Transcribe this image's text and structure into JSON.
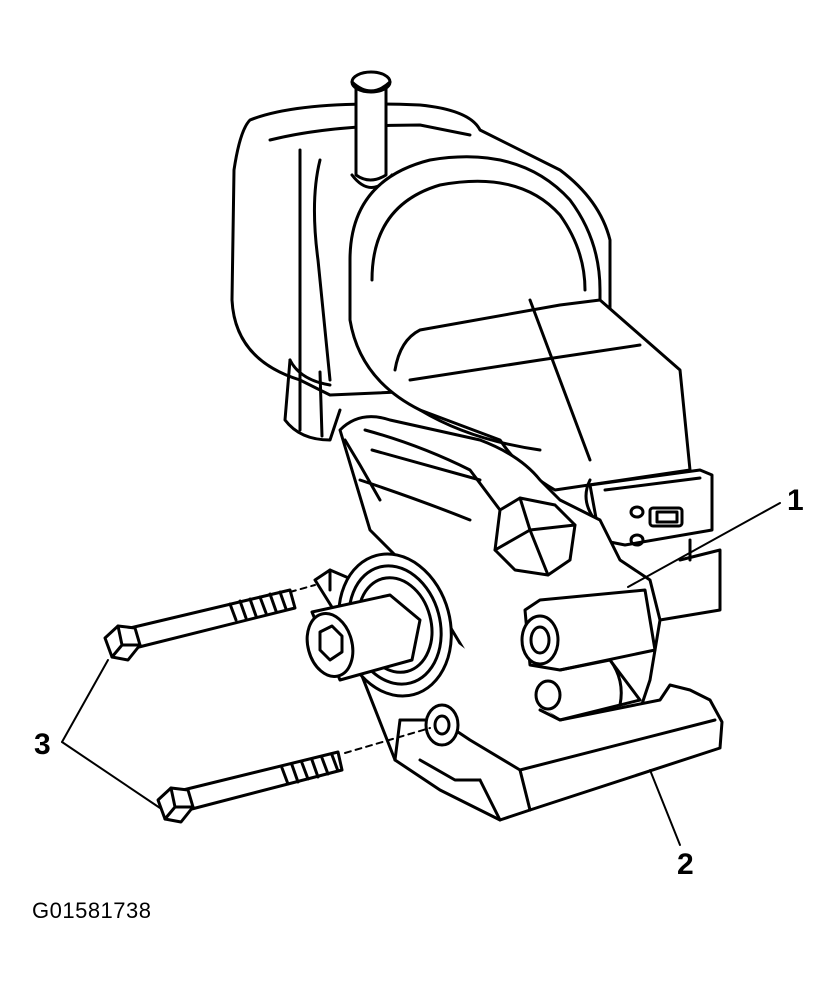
{
  "callouts": {
    "label_1": "1",
    "label_2": "2",
    "label_3": "3"
  },
  "figure_id": "G01581738",
  "colors": {
    "line": "#000000",
    "background": "#ffffff"
  }
}
